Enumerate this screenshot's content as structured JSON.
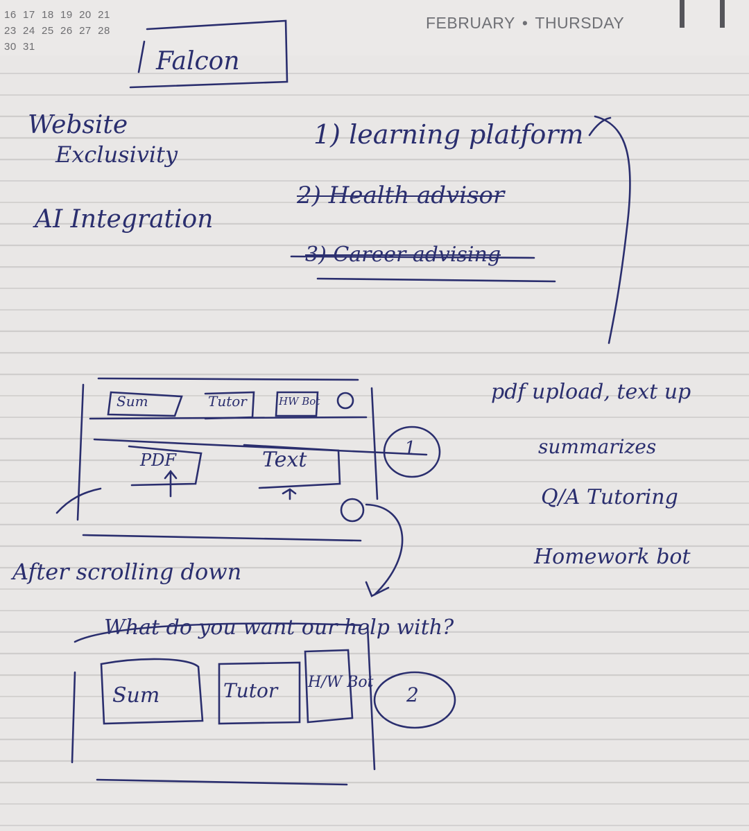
{
  "calendar": {
    "rows": [
      "16  17  18  19  20  21",
      "23  24  25  26  27  28",
      "30  31"
    ]
  },
  "header": {
    "month": "FEBRUARY",
    "separator": "•",
    "weekday": "THURSDAY"
  },
  "notes": {
    "title": "Falcon",
    "left_col": [
      "Website",
      "Exclusivity",
      "AI Integration"
    ],
    "options": [
      {
        "text": "1) learning platform",
        "struck": false
      },
      {
        "text": "2) Health advisor",
        "struck": true
      },
      {
        "text": "3) Career advising",
        "struck": true
      }
    ],
    "features": [
      "pdf upload, text up",
      "summarizes",
      "Q/A Tutoring",
      "Homework bot"
    ],
    "after_scroll": "After scrolling down",
    "prompt": "What do you want our help with?"
  },
  "wireframe1": {
    "tabs": [
      "Sum",
      "Tutor",
      "HW Bot"
    ],
    "buttons": [
      "PDF",
      "Text"
    ],
    "marker": "1"
  },
  "wireframe2": {
    "cards": [
      "Sum",
      "Tutor",
      "H/W Bot"
    ],
    "marker": "2"
  },
  "colors": {
    "ink": "#2a2e6e",
    "paper": "#e9e7e6",
    "print": "#6f7075"
  }
}
